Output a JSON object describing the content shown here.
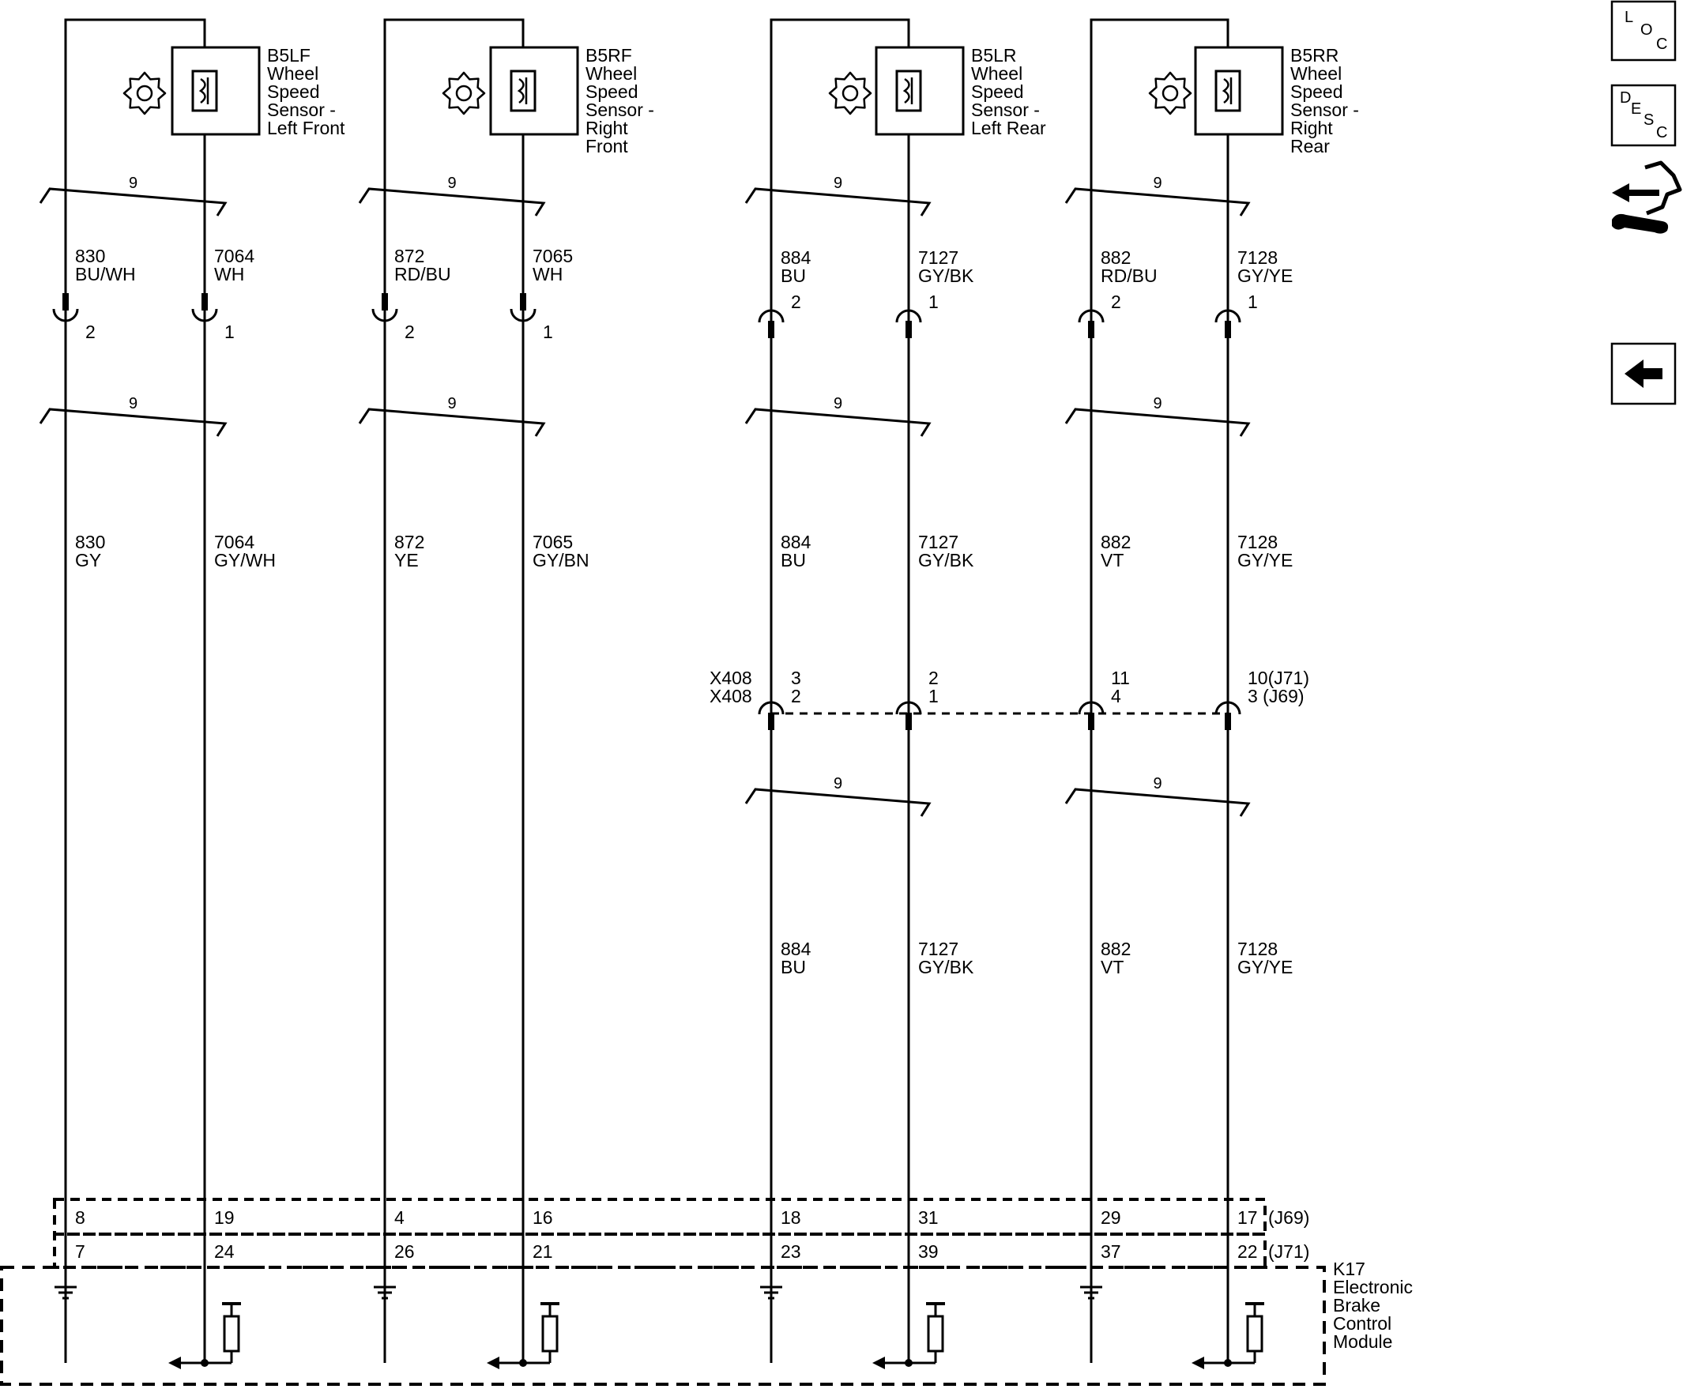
{
  "diagram": {
    "colors": {
      "ink": "#000000",
      "paper": "#ffffff"
    },
    "sensors": [
      {
        "id": "B5LF",
        "lines": [
          "B5LF",
          "Wheel",
          "Speed",
          "Sensor -",
          "Left Front"
        ]
      },
      {
        "id": "B5RF",
        "lines": [
          "B5RF",
          "Wheel",
          "Speed",
          "Sensor -",
          "Right",
          "Front"
        ]
      },
      {
        "id": "B5LR",
        "lines": [
          "B5LR",
          "Wheel",
          "Speed",
          "Sensor -",
          "Left Rear"
        ]
      },
      {
        "id": "B5RR",
        "lines": [
          "B5RR",
          "Wheel",
          "Speed",
          "Sensor -",
          "Right",
          "Rear"
        ]
      }
    ],
    "twisted_pair_label": "9",
    "upper_wires": [
      [
        "830",
        "BU/WH"
      ],
      [
        "7064",
        "WH"
      ],
      [
        "872",
        "RD/BU"
      ],
      [
        "7065",
        "WH"
      ],
      [
        "884",
        "BU"
      ],
      [
        "7127",
        "GY/BK"
      ],
      [
        "882",
        "RD/BU"
      ],
      [
        "7128",
        "GY/YE"
      ]
    ],
    "sensor_pins": [
      "2",
      "1",
      "2",
      "1",
      "2",
      "1",
      "2",
      "1"
    ],
    "mid_wires": [
      [
        "830",
        "GY"
      ],
      [
        "7064",
        "GY/WH"
      ],
      [
        "872",
        "YE"
      ],
      [
        "7065",
        "GY/BN"
      ],
      [
        "884",
        "BU"
      ],
      [
        "7127",
        "GY/BK"
      ],
      [
        "882",
        "VT"
      ],
      [
        "7128",
        "GY/YE"
      ]
    ],
    "inline_connector": {
      "left_labels": [
        "X408",
        "X408"
      ],
      "pins": [
        [
          "3",
          "2"
        ],
        [
          "2",
          "1"
        ],
        [
          "11",
          "4"
        ],
        [
          "10(J71)",
          "3 (J69)"
        ]
      ]
    },
    "lower_wires": [
      [
        "884",
        "BU"
      ],
      [
        "7127",
        "GY/BK"
      ],
      [
        "882",
        "VT"
      ],
      [
        "7128",
        "GY/YE"
      ]
    ],
    "module_connectors": {
      "j69_pins": [
        "8",
        "19",
        "4",
        "16",
        "18",
        "31",
        "29",
        "17"
      ],
      "j71_pins": [
        "7",
        "24",
        "26",
        "21",
        "23",
        "39",
        "37",
        "22"
      ],
      "j69_label": "(J69)",
      "j71_label": "(J71)"
    },
    "module": {
      "lines": [
        "K17",
        "Electronic",
        "Brake",
        "Control",
        "Module"
      ]
    }
  },
  "sidebar": {
    "loc_button": [
      "L",
      "O",
      "C"
    ],
    "desc_button": [
      "D",
      "E",
      "S",
      "C"
    ],
    "icons": [
      "loc-icon",
      "desc-icon",
      "connector-repair-icon",
      "back-arrow-icon"
    ]
  }
}
